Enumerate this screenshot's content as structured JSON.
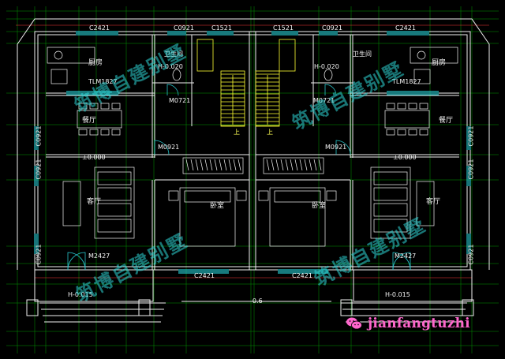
{
  "plan": {
    "left_unit": {
      "kitchen": "厨房",
      "bath": "卫生间",
      "dining": "餐厅",
      "living": "客厅",
      "bedroom": "卧室",
      "tlm": "TLM1827",
      "m0721": "M0721",
      "m0921": "M0921",
      "m2427_upper": "M2427",
      "h_bath": "H-0.020",
      "h_living": "±0.000",
      "h_porch": "H-0.015",
      "c2421_top": "C2421",
      "c0921_top": "C0921",
      "c1521": "C1521",
      "c0921_side1": "C0921",
      "c0921_side2": "C0921",
      "c0921_side3": "C0921",
      "c2421_bottom": "C2421",
      "stair_up": "上"
    },
    "right_unit": {
      "kitchen": "厨房",
      "bath": "卫生间",
      "dining": "餐厅",
      "living": "客厅",
      "bedroom": "卧室",
      "tlm": "TLM1827",
      "m0721": "M0721",
      "m0921": "M0921",
      "m2427": "M2427",
      "h_bath": "H-0.020",
      "h_living": "±0.000",
      "h_porch": "H-0.015",
      "c2421_top": "C2421",
      "c0921_top": "C0921",
      "c1521": "C1521",
      "c0921_side1": "C0921",
      "c0921_side2": "C0921",
      "c0921_side3": "C0921",
      "c2421_bottom": "C2421",
      "stair_up": "上"
    },
    "ground_level": "-0.6"
  },
  "watermarks": [
    "筑博自建别墅",
    "筑博自建别墅",
    "筑博自建别墅",
    "筑博自建别墅"
  ],
  "brand": {
    "text": "jianfangtuzhi",
    "icon": "wechat-icon"
  },
  "colors": {
    "wall": "#f0f0f0",
    "window": "#27c3c8",
    "stair": "#ffff33",
    "furniture": "#f4f4f4",
    "dim": "#ff3b3b",
    "watermark": "#2fd5d5",
    "brand": "#ff66cc"
  }
}
